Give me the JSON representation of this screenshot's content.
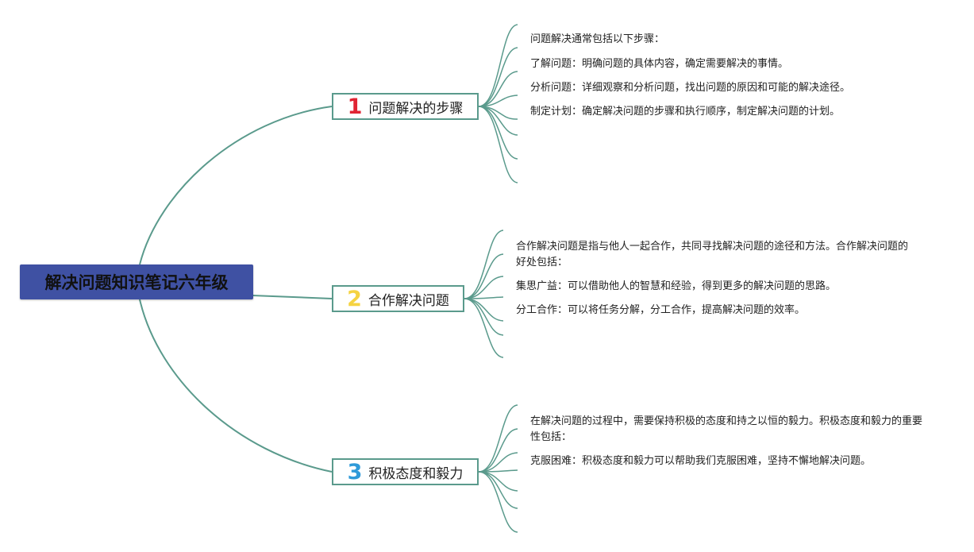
{
  "root": {
    "title": "解决问题知识笔记六年级"
  },
  "branches": [
    {
      "number": "1",
      "title": "问题解决的步骤",
      "leaves": [
        "问题解决通常包括以下步骤：",
        "了解问题：明确问题的具体内容，确定需要解决的事情。",
        "分析问题：详细观察和分析问题，找出问题的原因和可能的解决途径。",
        "制定计划：确定解决问题的步骤和执行顺序，制定解决问题的计划。"
      ]
    },
    {
      "number": "2",
      "title": "合作解决问题",
      "leaves": [
        "合作解决问题是指与他人一起合作，共同寻找解决问题的途径和方法。合作解决问题的好处包括：",
        "集思广益：可以借助他人的智慧和经验，得到更多的解决问题的思路。",
        "分工合作：可以将任务分解，分工合作，提高解决问题的效率。"
      ]
    },
    {
      "number": "3",
      "title": "积极态度和毅力",
      "leaves": [
        "在解决问题的过程中，需要保持积极的态度和持之以恒的毅力。积极态度和毅力的重要性包括：",
        "克服困难：积极态度和毅力可以帮助我们克服困难，坚持不懈地解决问题。"
      ]
    }
  ],
  "colors": {
    "root_fill": "#3f51a3",
    "connector": "#5a9a8c",
    "number_1": "#e02433",
    "number_2": "#f5d342",
    "number_3": "#2f9ad9"
  }
}
